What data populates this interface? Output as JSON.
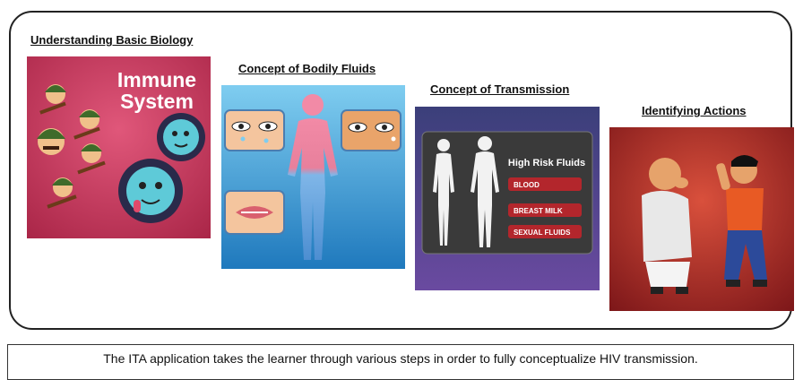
{
  "panels": [
    {
      "heading": "Understanding Basic Biology",
      "title_line1": "Immune",
      "title_line2": "System"
    },
    {
      "heading": "Concept of Bodily Fluids"
    },
    {
      "heading": "Concept of Transmission",
      "box_title": "High Risk Fluids",
      "fluids": [
        "BLOOD",
        "BREAST MILK",
        "SEXUAL FLUIDS"
      ]
    },
    {
      "heading": "Identifying Actions"
    }
  ],
  "caption": "The ITA application takes the learner through various steps in order to fully conceptualize HIV transmission.",
  "colors": {
    "immune_bg": "#c8345a",
    "fluids_bg": "#4aa6d9",
    "transmission_bg": "#4b3f86",
    "actions_bg": "#b0282e",
    "fluid_pill": "#b3262c"
  }
}
